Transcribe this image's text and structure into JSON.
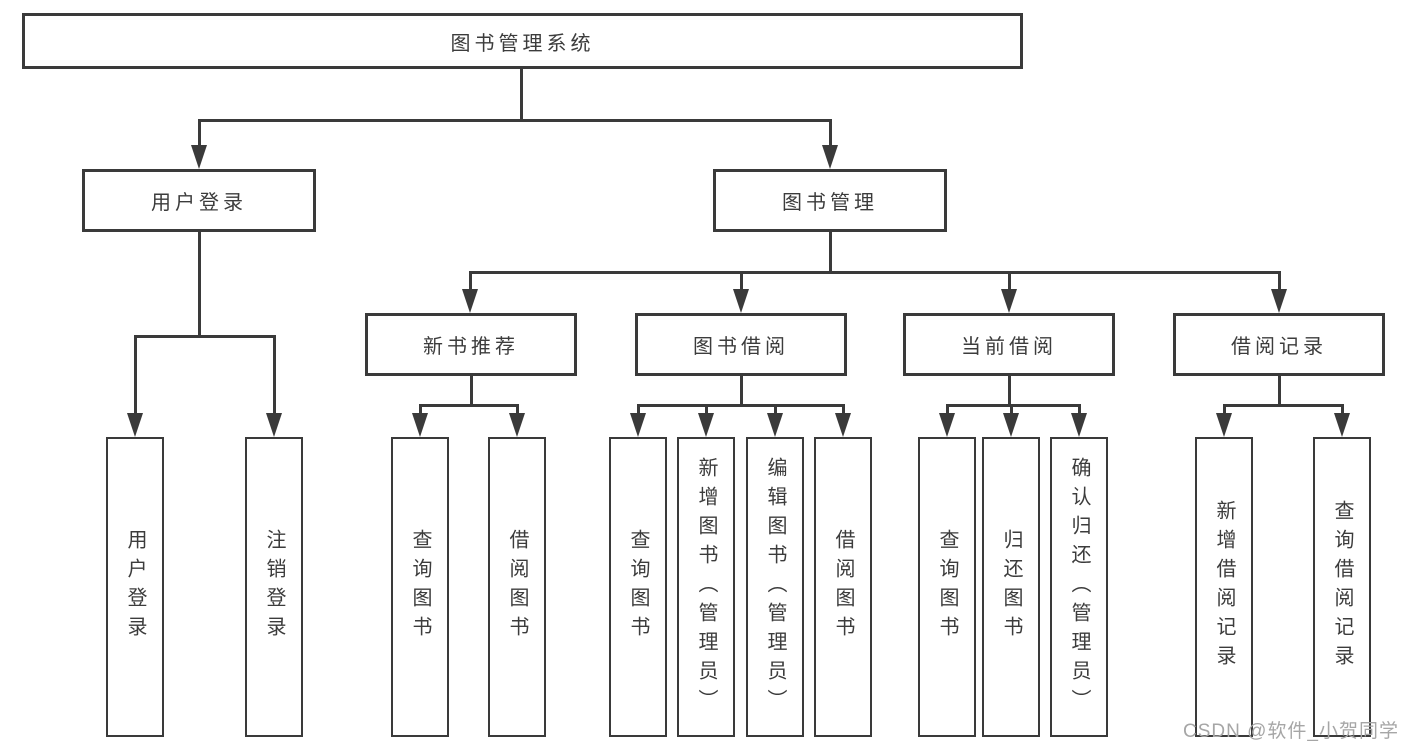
{
  "diagram_title": "图书管理系统",
  "tree": {
    "root": {
      "label": "图书管理系统"
    },
    "branches": [
      {
        "label": "用户登录",
        "children": [
          {
            "label": "用户登录"
          },
          {
            "label": "注销登录"
          }
        ]
      },
      {
        "label": "图书管理",
        "children": [
          {
            "label": "新书推荐",
            "children": [
              {
                "label": "查询图书"
              },
              {
                "label": "借阅图书"
              }
            ]
          },
          {
            "label": "图书借阅",
            "children": [
              {
                "label": "查询图书"
              },
              {
                "label": "新增图书（管理员）"
              },
              {
                "label": "编辑图书（管理员）"
              },
              {
                "label": "借阅图书"
              }
            ]
          },
          {
            "label": "当前借阅",
            "children": [
              {
                "label": "查询图书"
              },
              {
                "label": "归还图书"
              },
              {
                "label": "确认归还（管理员）"
              }
            ]
          },
          {
            "label": "借阅记录",
            "children": [
              {
                "label": "新增借阅记录"
              },
              {
                "label": "查询借阅记录"
              }
            ]
          }
        ]
      }
    ]
  },
  "watermark": {
    "text": "CSDN @软件_小贺同学"
  },
  "colors": {
    "line": "#3a3a3a",
    "text": "#3c3c3c",
    "watermark": "#a6a6a6",
    "background": "#ffffff"
  }
}
